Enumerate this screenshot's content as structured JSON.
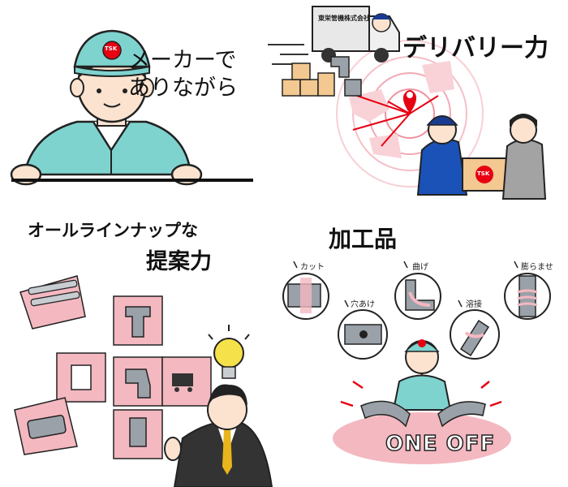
{
  "panels": {
    "maker": {
      "line1": "メーカーで",
      "line2": "ありながら",
      "cap_logo": "TSK"
    },
    "delivery": {
      "title": "デリバリー力",
      "truck_label": "東栄管機株式会社",
      "box_logo": "TSK"
    },
    "proposal": {
      "title_line1": "オールラインナップな",
      "title_line2": "提案力"
    },
    "processing": {
      "title": "加工品",
      "labels": [
        "カット",
        "穴あけ",
        "曲げ",
        "溶接",
        "膨らませ"
      ],
      "badge": "ONE OFF"
    }
  },
  "colors": {
    "accent_red": "#e60012",
    "pink": "#f4b8c0",
    "teal": "#7fd3cf",
    "grey_pipe": "#9aa1a8"
  }
}
